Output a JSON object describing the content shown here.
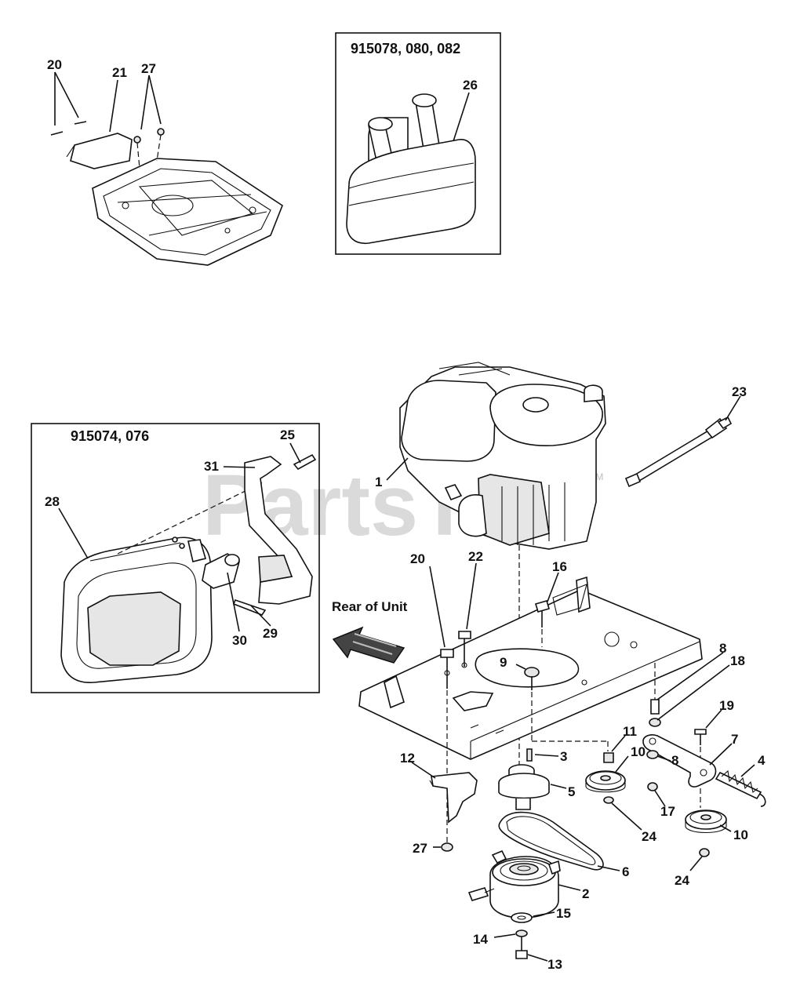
{
  "boxes": {
    "top": {
      "title": "915078, 080, 082"
    },
    "left": {
      "title": "915074, 076"
    }
  },
  "watermark": {
    "text": "PartsTree",
    "tm": "TM"
  },
  "rear_label": "Rear of Unit",
  "callouts": [
    {
      "id": "c20a",
      "text": "20"
    },
    {
      "id": "c21",
      "text": "21"
    },
    {
      "id": "c27a",
      "text": "27"
    },
    {
      "id": "c26",
      "text": "26"
    },
    {
      "id": "c25",
      "text": "25"
    },
    {
      "id": "c31",
      "text": "31"
    },
    {
      "id": "c28",
      "text": "28"
    },
    {
      "id": "c30",
      "text": "30"
    },
    {
      "id": "c29",
      "text": "29"
    },
    {
      "id": "c1",
      "text": "1"
    },
    {
      "id": "c23",
      "text": "23"
    },
    {
      "id": "c20b",
      "text": "20"
    },
    {
      "id": "c22",
      "text": "22"
    },
    {
      "id": "c16",
      "text": "16"
    },
    {
      "id": "c9",
      "text": "9"
    },
    {
      "id": "c8a",
      "text": "8"
    },
    {
      "id": "c18",
      "text": "18"
    },
    {
      "id": "c19",
      "text": "19"
    },
    {
      "id": "c11",
      "text": "11"
    },
    {
      "id": "c10a",
      "text": "10"
    },
    {
      "id": "c7",
      "text": "7"
    },
    {
      "id": "c3",
      "text": "3"
    },
    {
      "id": "c4",
      "text": "4"
    },
    {
      "id": "c8b",
      "text": "8"
    },
    {
      "id": "c12",
      "text": "12"
    },
    {
      "id": "c5",
      "text": "5"
    },
    {
      "id": "c17",
      "text": "17"
    },
    {
      "id": "c24a",
      "text": "24"
    },
    {
      "id": "c10b",
      "text": "10"
    },
    {
      "id": "c27b",
      "text": "27"
    },
    {
      "id": "c6",
      "text": "6"
    },
    {
      "id": "c24b",
      "text": "24"
    },
    {
      "id": "c2",
      "text": "2"
    },
    {
      "id": "c15",
      "text": "15"
    },
    {
      "id": "c14",
      "text": "14"
    },
    {
      "id": "c13",
      "text": "13"
    }
  ]
}
